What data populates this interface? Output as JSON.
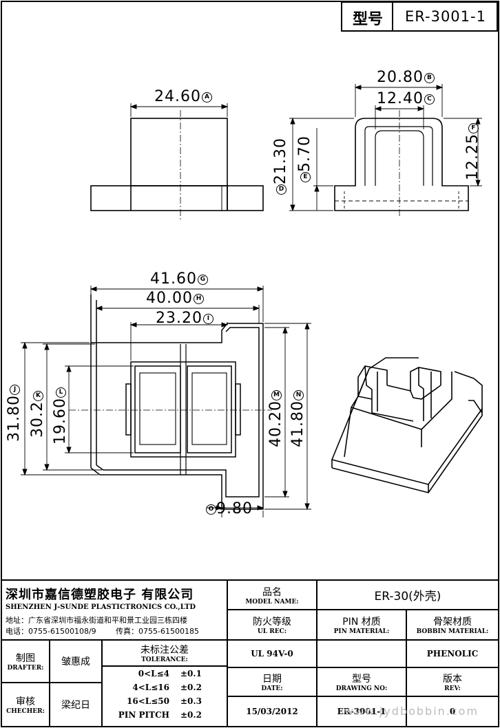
{
  "header": {
    "model_label": "型号",
    "model_value": "ER-3001-1"
  },
  "dimensions": {
    "side_width": "24.60",
    "side_width_tag": "A",
    "front_outer": "20.80",
    "front_outer_tag": "B",
    "front_inner": "12.40",
    "front_inner_tag": "C",
    "front_height": "21.30",
    "front_height_tag": "D",
    "front_base": "5.70",
    "front_base_tag": "E",
    "front_right": "12.25",
    "front_right_tag": "F",
    "top_overall": "41.60",
    "top_overall_tag": "G",
    "top_mid": "40.00",
    "top_mid_tag": "H",
    "top_inner": "23.20",
    "top_inner_tag": "I",
    "left_outer": "31.80",
    "left_outer_tag": "J",
    "left_mid": "30.2",
    "left_mid_tag": "K",
    "left_inner": "19.60",
    "left_inner_tag": "L",
    "right_inner": "40.20",
    "right_inner_tag": "M",
    "right_outer": "41.80",
    "right_outer_tag": "N",
    "bottom_tab": "9.80",
    "bottom_tab_tag": "O"
  },
  "company": {
    "name_cn": "深圳市嘉信德塑胶电子 有限公司",
    "name_en": "SHENZHEN J-SUNDE PLASTICTRONICS CO.,LTD",
    "address": "地址：广东省深圳市福永街道和平和景工业园三栋四楼",
    "phone": "电话：0755-61500108/9",
    "fax": "传真：0755-61500185"
  },
  "title_block": {
    "model_name_cn": "品名",
    "model_name_en": "MODEL NAME:",
    "model_name_value": "ER-30(外壳)",
    "ul_cn": "防火等级",
    "ul_en": "UL REC:",
    "ul_value": "UL 94V-0",
    "pin_cn": "PIN 材质",
    "pin_en": "PIN MATERIAL:",
    "pin_value": "",
    "bobbin_cn": "骨架材质",
    "bobbin_en": "BOBBIN MATERIAL:",
    "bobbin_value": "PHENOLIC",
    "drafter_cn": "制图",
    "drafter_en": "DRAFTER:",
    "drafter_value": "皱惠成",
    "checker_cn": "审核",
    "checker_en": "CHECHER:",
    "checker_value": "梁纪日",
    "tol_cn": "未标注公差",
    "tol_en": "TOLERANCE:",
    "tol_rows": [
      {
        "range": "0<L≤4",
        "tol": "±0.1"
      },
      {
        "range": "4<L≤16",
        "tol": "±0.2"
      },
      {
        "range": "16<L≤50",
        "tol": "±0.3"
      },
      {
        "range": "PIN PITCH",
        "tol": "±0.2"
      }
    ],
    "date_cn": "日期",
    "date_en": "DATE:",
    "date_value": "15/03/2012",
    "drawing_cn": "型号",
    "drawing_en": "DRAWING NO:",
    "drawing_value": "ER-3001-1",
    "rev_cn": "版本",
    "rev_en": "REV:",
    "rev_value": "0"
  },
  "watermark": "www.jydbobbin.com"
}
